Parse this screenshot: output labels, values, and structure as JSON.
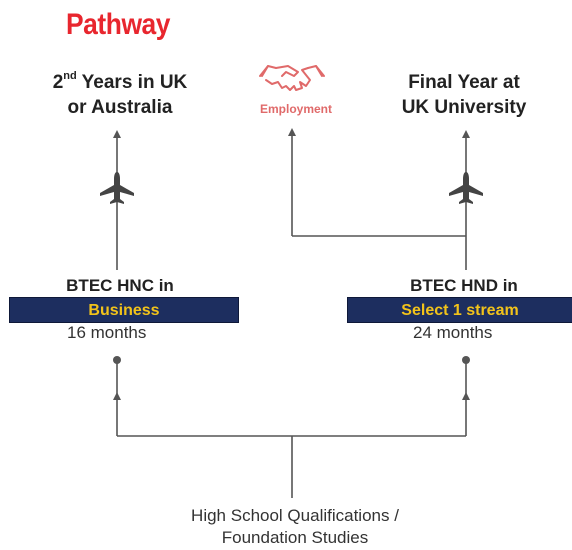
{
  "title": "Pathway",
  "left_destination": {
    "line1_prefix": "2",
    "line1_sup": "nd",
    "line1_rest": " Years in UK",
    "line2": "or Australia"
  },
  "right_destination": {
    "line1": "Final Year at",
    "line2": "UK University"
  },
  "employment": {
    "label": "Employment",
    "icon": "handshake-icon"
  },
  "left_program": {
    "title": "BTEC HNC in",
    "stream": "Business",
    "duration": "16 months"
  },
  "right_program": {
    "title": "BTEC HND in",
    "stream": "Select 1 stream",
    "duration": "24 months"
  },
  "origin": {
    "line1": "High School Qualifications /",
    "line2": "Foundation Studies"
  },
  "colors": {
    "brand": "#e8262e",
    "banner_bg": "#1d2e5f",
    "banner_text": "#f2c31a",
    "line": "#555555"
  }
}
